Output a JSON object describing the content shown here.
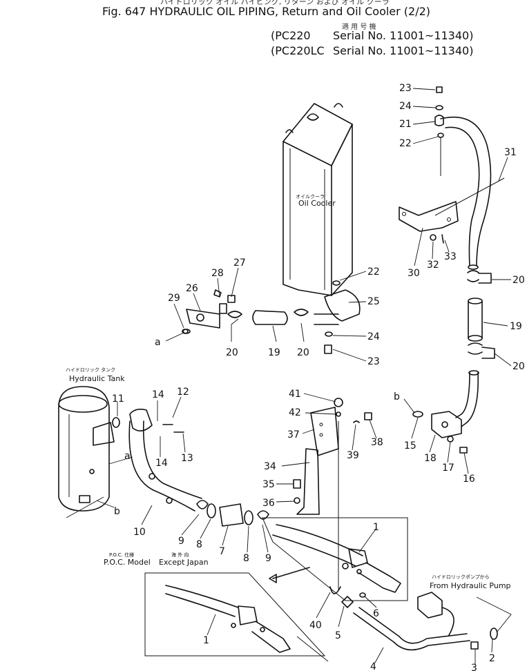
{
  "header": {
    "title_jp": "ハイドロリック オイル パイピング, リターン および オイル クーラ",
    "title": "Fig. 647   HYDRAULIC OIL PIPING, Return and Oil Cooler (2/2)",
    "applic_jp": "適 用 号 機",
    "models": [
      {
        "model": "(PC220",
        "serial": "Serial No. 11001~11340)"
      },
      {
        "model": "(PC220LC",
        "serial": "Serial No. 11001~11340)"
      }
    ]
  },
  "labels": {
    "oil_cooler_jp": "オイルクーラ",
    "oil_cooler": "Oil Cooler",
    "hyd_tank_jp": "ハイドロリック タンク",
    "hyd_tank": "Hydraulic Tank",
    "poc_jp": "P.O.C. 仕様",
    "poc": "P.O.C. Model",
    "except_jp": "海 外 向",
    "except": "Except Japan",
    "from_pump_jp": "ハイドロリックポンプから",
    "from_pump": "From Hydraulic Pump"
  },
  "callouts": [
    "23",
    "24",
    "21",
    "22",
    "31",
    "30",
    "32",
    "33",
    "20",
    "19",
    "20",
    "22",
    "25",
    "24",
    "23",
    "27",
    "28",
    "26",
    "29",
    "a",
    "20",
    "19",
    "20",
    "b",
    "15",
    "18",
    "17",
    "16",
    "11",
    "14",
    "12",
    "13",
    "14",
    "a",
    "b",
    "41",
    "42",
    "37",
    "39",
    "38",
    "34",
    "35",
    "36",
    "10",
    "9",
    "8",
    "7",
    "8",
    "9",
    "1",
    "6",
    "5",
    "40",
    "4",
    "3",
    "2",
    "1"
  ]
}
